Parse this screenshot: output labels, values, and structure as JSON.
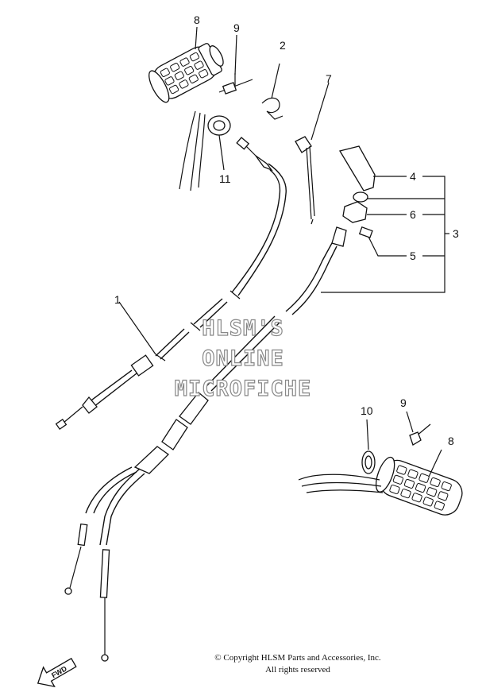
{
  "callouts": {
    "c8_top": "8",
    "c9_top": "9",
    "c2": "2",
    "c7": "7",
    "c11": "11",
    "c4": "4",
    "c6": "6",
    "c3": "3",
    "c5": "5",
    "c1": "1",
    "c10": "10",
    "c9_bottom": "9",
    "c8_bottom": "8"
  },
  "watermark": {
    "line1": "HLSM'S",
    "line2": "ONLINE",
    "line3": "MICROFICHE"
  },
  "copyright": {
    "line1": "© Copyright HLSM Parts and Accessories, Inc.",
    "line2": "All rights reserved"
  },
  "fwd_arrow": {
    "label": "FWD"
  },
  "icons": {
    "grip": "handlebar-grip-icon",
    "arrow": "fwd-arrow-icon"
  }
}
